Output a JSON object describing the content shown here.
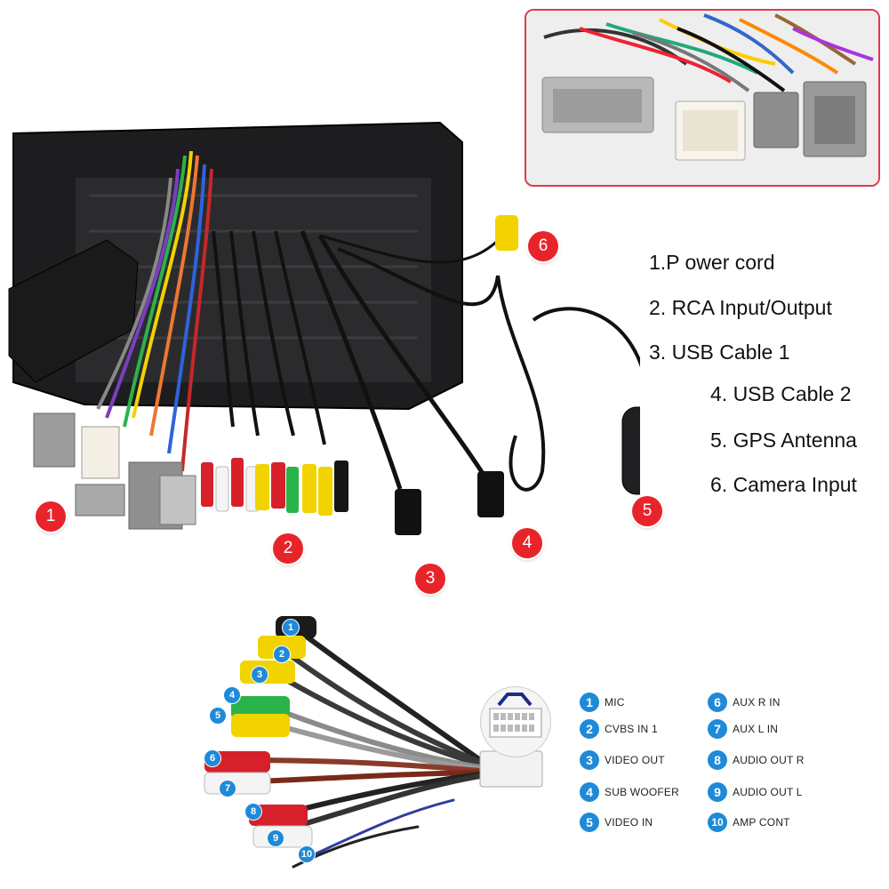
{
  "legend": {
    "items": [
      "1.P ower cord",
      "2. RCA Input/Output",
      "3. USB Cable 1",
      "4. USB Cable 2",
      "5. GPS Antenna",
      "6. Camera Input"
    ]
  },
  "callouts": {
    "power": "1",
    "rca": "2",
    "usb1": "3",
    "usb2": "4",
    "gps": "5",
    "camera": "6"
  },
  "pins": {
    "left": [
      {
        "num": "1",
        "label": "MIC"
      },
      {
        "num": "2",
        "label": "CVBS IN 1"
      },
      {
        "num": "3",
        "label": "VIDEO OUT"
      },
      {
        "num": "4",
        "label": "SUB WOOFER"
      },
      {
        "num": "5",
        "label": "VIDEO IN"
      }
    ],
    "right": [
      {
        "num": "6",
        "label": "AUX R IN"
      },
      {
        "num": "7",
        "label": "AUX L IN"
      },
      {
        "num": "8",
        "label": "AUDIO OUT R"
      },
      {
        "num": "9",
        "label": "AUDIO OUT L"
      },
      {
        "num": "10",
        "label": "AMP CONT"
      }
    ]
  },
  "rca_plug_badges": [
    "1",
    "2",
    "3",
    "4",
    "5",
    "6",
    "7",
    "8",
    "9",
    "10"
  ],
  "colors": {
    "callout_red": "#e8242b",
    "pin_badge_blue": "#1e8ad8",
    "inset_border": "#e03a4a"
  }
}
